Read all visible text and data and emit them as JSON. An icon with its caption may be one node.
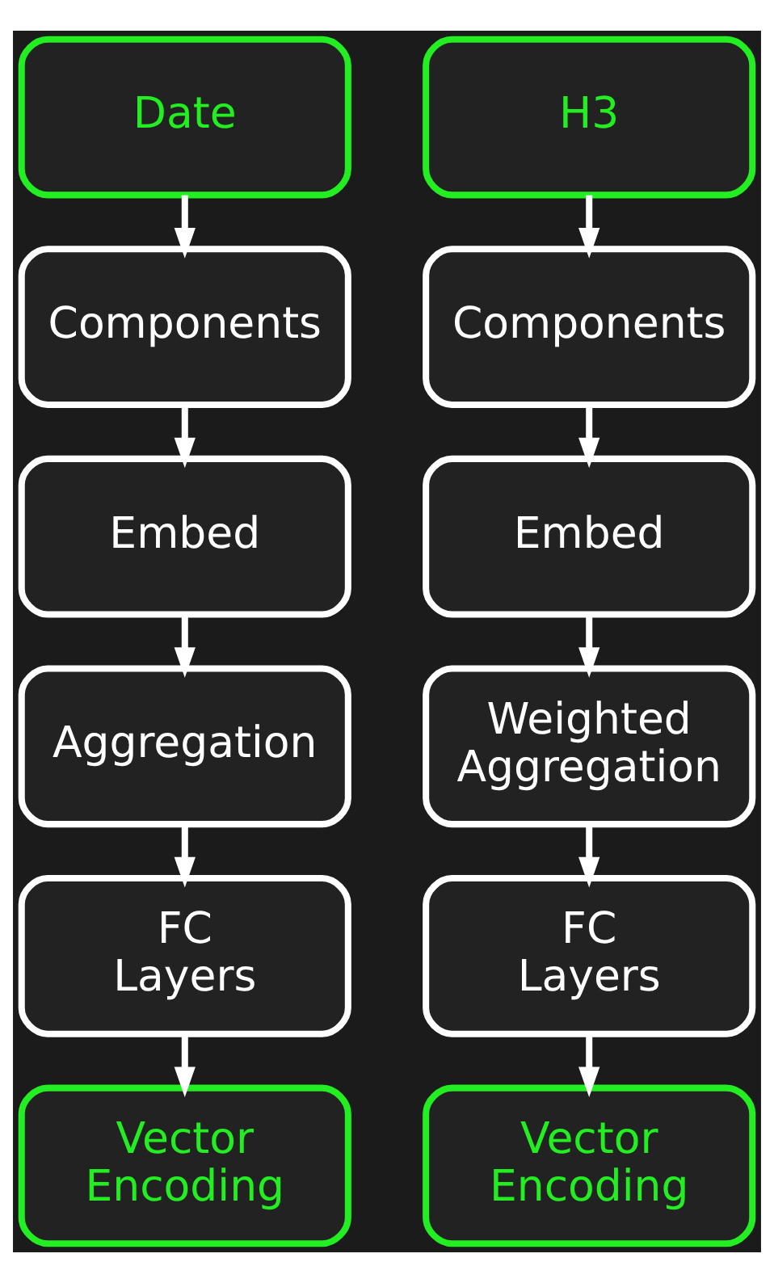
{
  "diagram": {
    "nodes": [
      {
        "text": [
          "Date"
        ]
      },
      {
        "text": [
          "Components"
        ]
      },
      {
        "text": [
          "Embed"
        ]
      },
      {
        "text": [
          "Aggregation"
        ]
      },
      {
        "text": [
          "FC Layers"
        ]
      },
      {
        "text": [
          "Vector Encoding"
        ]
      },
      {
        "text": [
          "H3"
        ]
      },
      {
        "text": [
          "Components"
        ]
      },
      {
        "text": [
          "Embed"
        ]
      },
      {
        "text": [
          "Weighted Aggregation"
        ]
      },
      {
        "text": [
          "FC Layers"
        ]
      },
      {
        "text": [
          "Vector Encoding"
        ]
      }
    ],
    "edges": [
      {
        "from": 0,
        "to": 1,
        "arrow": "to"
      },
      {
        "from": 1,
        "to": 2,
        "arrow": "to"
      },
      {
        "from": 2,
        "to": 3,
        "arrow": "to"
      },
      {
        "from": 3,
        "to": 4,
        "arrow": "to"
      },
      {
        "from": 4,
        "to": 5,
        "arrow": "to"
      },
      {
        "from": 6,
        "to": 7,
        "arrow": "to"
      },
      {
        "from": 7,
        "to": 8,
        "arrow": "to"
      },
      {
        "from": 8,
        "to": 9,
        "arrow": "to"
      },
      {
        "from": 9,
        "to": 10,
        "arrow": "to"
      },
      {
        "from": 10,
        "to": 11,
        "arrow": "to"
      }
    ]
  }
}
